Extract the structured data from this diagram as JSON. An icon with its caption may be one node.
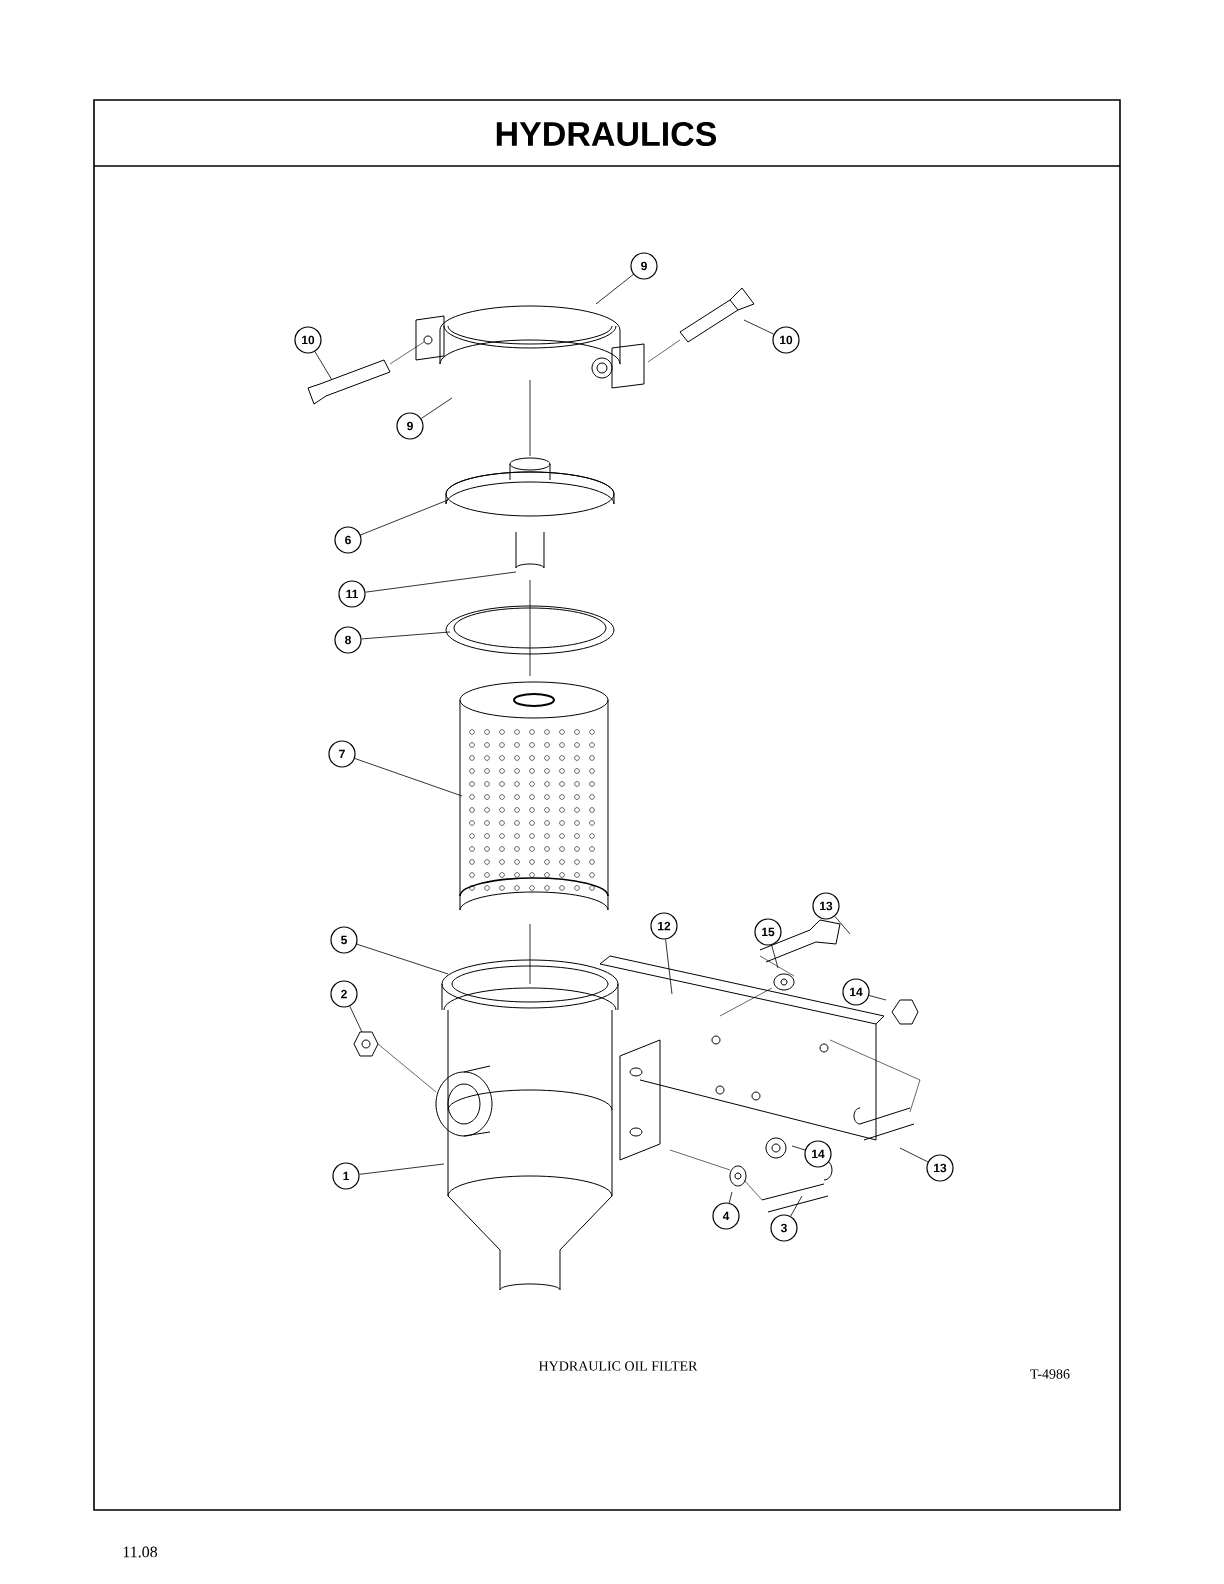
{
  "diagram": {
    "title": "HYDRAULICS",
    "caption": "HYDRAULIC OIL FILTER",
    "nodes": [
      {
        "text": [
          "9"
        ]
      },
      {
        "text": [
          "10"
        ]
      },
      {
        "text": [
          "10"
        ]
      },
      {
        "text": [
          "9"
        ]
      },
      {
        "text": [
          "6"
        ]
      },
      {
        "text": [
          "11"
        ]
      },
      {
        "text": [
          "8"
        ]
      },
      {
        "text": [
          "7"
        ]
      },
      {
        "text": [
          "5"
        ]
      },
      {
        "text": [
          "12"
        ]
      },
      {
        "text": [
          "13"
        ]
      },
      {
        "text": [
          "15"
        ]
      },
      {
        "text": [
          "14"
        ]
      },
      {
        "text": [
          "2"
        ]
      },
      {
        "text": [
          "14"
        ]
      },
      {
        "text": [
          "1"
        ]
      },
      {
        "text": [
          "13"
        ]
      },
      {
        "text": [
          "4"
        ]
      },
      {
        "text": [
          "3"
        ]
      }
    ],
    "edges": [
      {
        "from": 0,
        "to": null,
        "arrow": "none"
      },
      {
        "from": 1,
        "to": null,
        "arrow": "none"
      },
      {
        "from": 2,
        "to": null,
        "arrow": "none"
      },
      {
        "from": 3,
        "to": null,
        "arrow": "none"
      },
      {
        "from": 4,
        "to": null,
        "arrow": "none"
      },
      {
        "from": 5,
        "to": null,
        "arrow": "none"
      },
      {
        "from": 6,
        "to": null,
        "arrow": "none"
      },
      {
        "from": 7,
        "to": null,
        "arrow": "none"
      },
      {
        "from": 8,
        "to": null,
        "arrow": "none"
      },
      {
        "from": 9,
        "to": null,
        "arrow": "none"
      },
      {
        "from": 10,
        "to": null,
        "arrow": "none"
      },
      {
        "from": 11,
        "to": null,
        "arrow": "none"
      },
      {
        "from": 12,
        "to": null,
        "arrow": "none"
      },
      {
        "from": 13,
        "to": null,
        "arrow": "none"
      },
      {
        "from": 14,
        "to": null,
        "arrow": "none"
      },
      {
        "from": 15,
        "to": null,
        "arrow": "none"
      },
      {
        "from": 16,
        "to": null,
        "arrow": "none"
      },
      {
        "from": 17,
        "to": null,
        "arrow": "none"
      },
      {
        "from": 18,
        "to": null,
        "arrow": "none"
      }
    ],
    "labels": [
      "T-4986",
      "11.08"
    ]
  }
}
